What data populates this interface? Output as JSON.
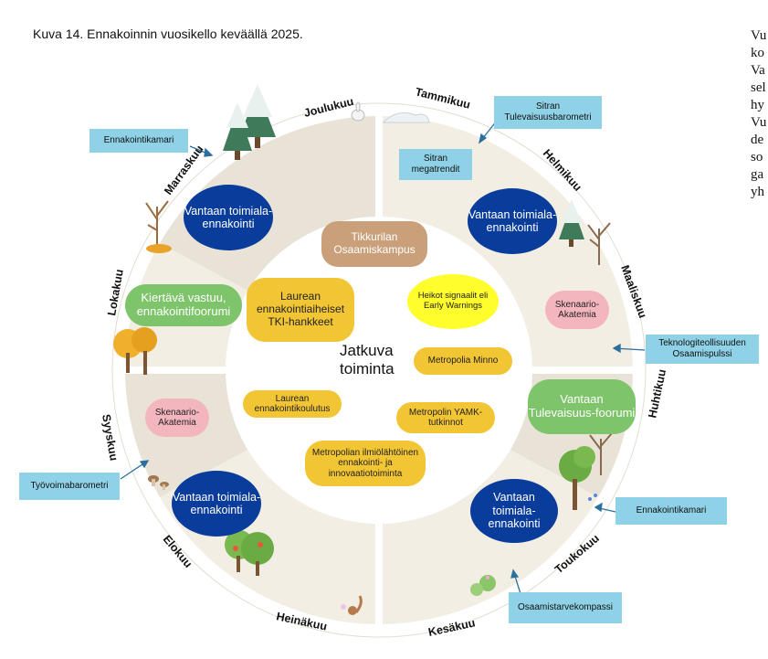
{
  "caption": "Kuva 14. Ennakoinnin vuosikello keväällä 2025.",
  "side_text": [
    "Vu",
    "ko",
    "Va",
    "sel",
    "hy",
    "Vu",
    "de",
    "so",
    "ga",
    "yh"
  ],
  "months": {
    "tammikuu": "Tammikuu",
    "helmikuu": "Helmikuu",
    "maaliskuu": "Maaliskuu",
    "huhtikuu": "Huhtikuu",
    "toukokuu": "Toukokuu",
    "kesakuu": "Kesäkuu",
    "heinakuu": "Heinäkuu",
    "elokuu": "Elokuu",
    "syyskuu": "Syyskuu",
    "lokakuu": "Lokakuu",
    "marraskuu": "Marraskuu",
    "joulukuu": "Joulukuu"
  },
  "center": {
    "title_line1": "Jatkuva",
    "title_line2": "toiminta",
    "items": {
      "tikkurila": "Tikkurilan Osaamiskampus",
      "laurea_tki": "Laurean ennakointiaiheiset TKI-hankkeet",
      "heikot": "Heikot signaalit eli Early Warnings",
      "minno": "Metropolia Minno",
      "laurea_koulutus": "Laurean ennakointikoulutus",
      "yamk": "Metropolin YAMK-tutkinnot",
      "metropolia_ilmio": "Metropolian ilmiölähtöinen ennakointi- ja innovaatiotoiminta"
    }
  },
  "ring": {
    "vantaa_toimiala": "Vantaan toimiala-ennakointi",
    "skenaario": "Skenaario-Akatemia",
    "kiertava": "Kiertävä vastuu, ennakointifoorumi",
    "tulevaisuusfoorumi": "Vantaan Tulevaisuus-foorumi"
  },
  "callouts": {
    "ennakointikamari": "Ennakointikamari",
    "sitran_barometri": "Sitran Tulevaisuusbarometri",
    "sitran_megatrendit": "Sitran megatrendit",
    "teknologi": "Teknologiteollisuuden Osaamispulssi",
    "ennakointikamari2": "Ennakointikamari",
    "osaamistarve": "Osaamistarvekompassi",
    "tyovoima": "Työvoimabarometri"
  },
  "colors": {
    "navy": "#0a3d9b",
    "green": "#7ec46a",
    "pink": "#f4b6be",
    "yellow": "#f2c534",
    "brown": "#caa07a",
    "bright_yellow": "#fffd2b",
    "callout": "#8fd1e6",
    "ring_light": "#f3eee4",
    "ring_dark": "#e8e3d6"
  },
  "icons": [
    "snowy-tree-icon",
    "bare-tree-icon",
    "autumn-tree-icon",
    "leafy-tree-icon",
    "bush-icon",
    "rabbit-icon",
    "squirrel-icon",
    "mushroom-icon",
    "snow-mound-icon",
    "leaf-pile-icon",
    "flower-icon"
  ]
}
